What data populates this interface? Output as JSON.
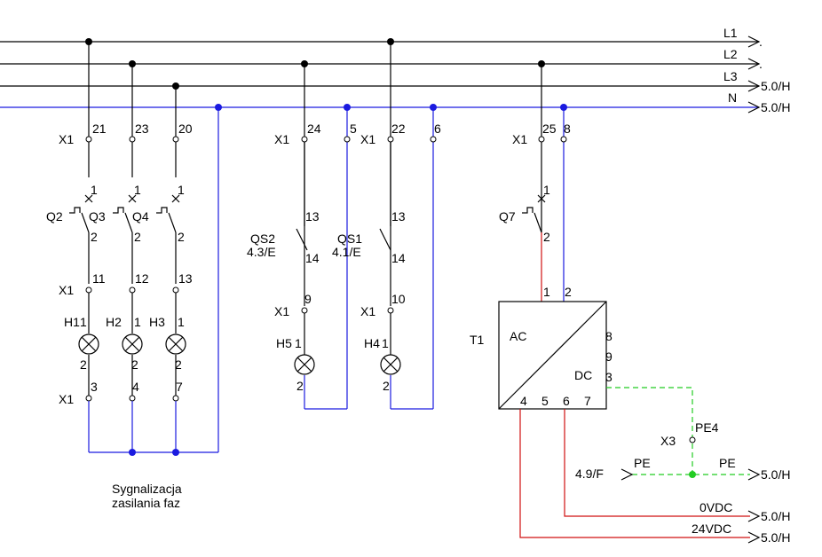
{
  "buses": {
    "l1": {
      "label": "L1",
      "ref": "."
    },
    "l2": {
      "label": "L2",
      "ref": "."
    },
    "l3": {
      "label": "L3",
      "ref": "5.0/H"
    },
    "n": {
      "label": "N",
      "ref": "5.0/H"
    }
  },
  "terminals": {
    "strip": "X1",
    "t21": "21",
    "t23": "23",
    "t20": "20",
    "t24": "24",
    "t5": "5",
    "t22": "22",
    "t6": "6",
    "t25": "25",
    "t8": "8",
    "t11": "11",
    "t12": "12",
    "t13": "13",
    "t9": "9",
    "t10": "10",
    "t3": "3",
    "t4": "4",
    "t7": "7"
  },
  "devices": {
    "q2": "Q2",
    "q3": "Q3",
    "q4": "Q4",
    "q7": "Q7",
    "qs2": "QS2",
    "qs2_ref": "4.3/E",
    "qs1": "QS1",
    "qs1_ref": "4.1/E",
    "h1": "H1",
    "h2": "H2",
    "h3": "H3",
    "h5": "H5",
    "h4": "H4",
    "pin1": "1",
    "pin2": "2",
    "pin13": "13",
    "pin14": "14"
  },
  "psu": {
    "name": "T1",
    "ac": "AC",
    "dc": "DC",
    "p1": "1",
    "p2": "2",
    "p8": "8",
    "p9": "9",
    "p3": "3",
    "p4": "4",
    "p5": "5",
    "p6": "6",
    "p7": "7"
  },
  "pe": {
    "strip": "X3",
    "terminal": "PE4",
    "src_ref": "4.9/F",
    "left_label": "PE",
    "right_label": "PE",
    "out_ref": "5.0/H"
  },
  "outputs": {
    "v0_label": "0VDC",
    "v0_ref": "5.0/H",
    "v24_label": "24VDC",
    "v24_ref": "5.0/H"
  },
  "caption": {
    "line1": "Sygnalizacja",
    "line2": "zasilania faz"
  },
  "colors": {
    "phase": "#000000",
    "neutral": "#1a1ae0",
    "dc": "#d01010",
    "earth": "#22cc22"
  }
}
